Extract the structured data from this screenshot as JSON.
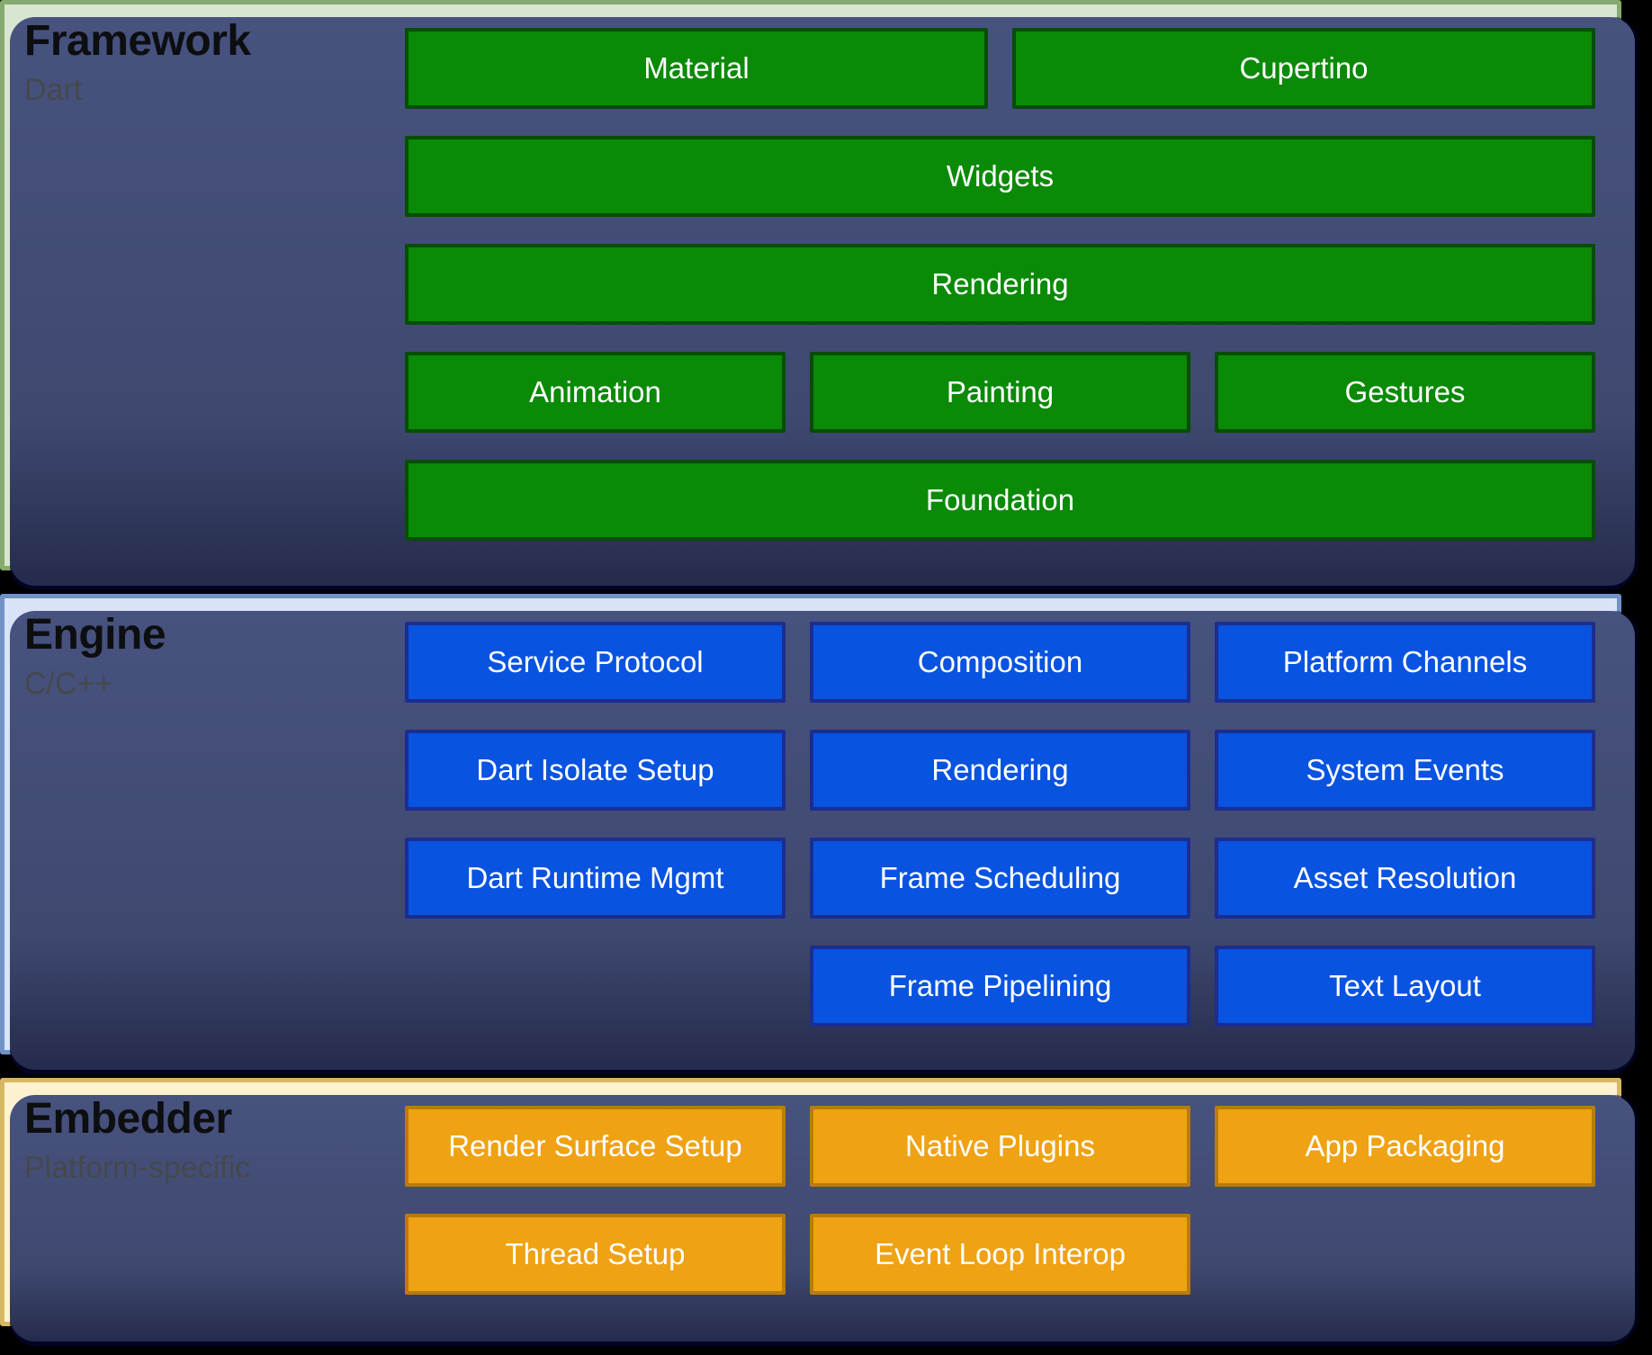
{
  "diagram": {
    "name": "flutter-architecture-layers",
    "background": "#000000",
    "shadow_color": "#3f496f"
  },
  "layers": [
    {
      "id": "framework",
      "title": "Framework",
      "subtitle": "Dart",
      "colors": {
        "section_bg": "#d7e5d1",
        "section_border": "#87aa6f",
        "box_bg": "#0a8a06",
        "box_border": "#074d07",
        "box_text": "#ffffff"
      },
      "rows": [
        [
          "Material",
          "Cupertino"
        ],
        [
          "Widgets"
        ],
        [
          "Rendering"
        ],
        [
          "Animation",
          "Painting",
          "Gestures"
        ],
        [
          "Foundation"
        ]
      ]
    },
    {
      "id": "engine",
      "title": "Engine",
      "subtitle": "C/C++",
      "colors": {
        "section_bg": "#d8e3f8",
        "section_border": "#7191c7",
        "box_bg": "#0853e0",
        "box_border": "#1b2d91",
        "box_text": "#ffffff"
      },
      "rows": [
        [
          "Service Protocol",
          "Composition",
          "Platform Channels"
        ],
        [
          "Dart Isolate Setup",
          "Rendering",
          "System Events"
        ],
        [
          "Dart Runtime Mgmt",
          "Frame Scheduling",
          "Asset Resolution"
        ],
        [
          null,
          "Frame Pipelining",
          "Text Layout"
        ]
      ]
    },
    {
      "id": "embedder",
      "title": "Embedder",
      "subtitle": "Platform-specific",
      "colors": {
        "section_bg": "#fdf2cf",
        "section_border": "#d8b763",
        "box_bg": "#efa213",
        "box_border": "#b97c0c",
        "box_text": "#ffffff"
      },
      "rows": [
        [
          "Render Surface Setup",
          "Native Plugins",
          "App Packaging"
        ],
        [
          "Thread Setup",
          "Event Loop Interop",
          null
        ]
      ]
    }
  ]
}
